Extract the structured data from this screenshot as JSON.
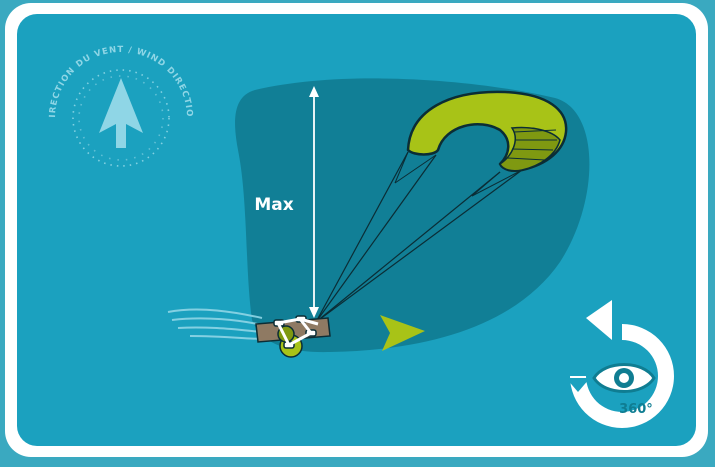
{
  "compass": {
    "icon": "wind-direction-arrow-icon",
    "label": "DIRECTION DU VENT / WIND DIRECTION"
  },
  "measure": {
    "label": "Max"
  },
  "view_360": {
    "icon": "eye-rotate-icon",
    "label": "360°"
  },
  "colors": {
    "frame": "#ffffff",
    "sea": "#1aa0be",
    "zone": "#0f7d92",
    "kite": "#a8c317",
    "arrow": "#a8c317",
    "text": "#ffffff"
  }
}
